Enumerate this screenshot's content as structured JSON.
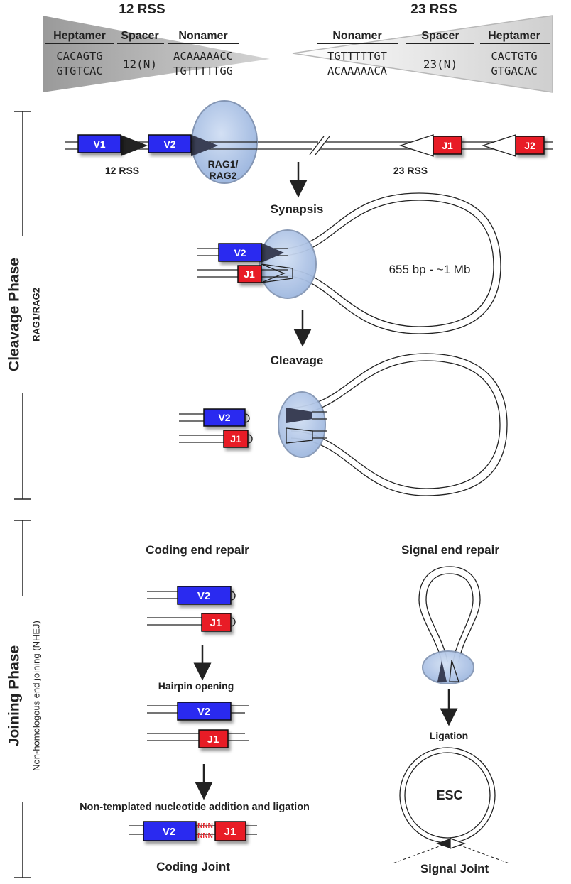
{
  "rss12": {
    "title": "12 RSS",
    "heptamer_header": "Heptamer",
    "spacer_header": "Spacer",
    "nonamer_header": "Nonamer",
    "heptamer_top": "CACAGTG",
    "heptamer_bottom": "GTGTCAC",
    "spacer": "12(N)",
    "nonamer_top": "ACAAAAACC",
    "nonamer_bottom": "TGTTTTTGG"
  },
  "rss23": {
    "title": "23 RSS",
    "nonamer_header": "Nonamer",
    "spacer_header": "Spacer",
    "heptamer_header": "Heptamer",
    "nonamer_top": "TGTTTTTGT",
    "nonamer_bottom": "ACAAAAACA",
    "spacer": "23(N)",
    "heptamer_top": "CACTGTG",
    "heptamer_bottom": "GTGACAC"
  },
  "phases": {
    "cleavage": "Cleavage Phase",
    "cleavage_sub": "RAG1/RAG2",
    "joining": "Joining Phase",
    "joining_sub": "Non-homologous end joining (NHEJ)"
  },
  "segments": {
    "v1": "V1",
    "v2": "V2",
    "j1": "J1",
    "j2": "J2"
  },
  "labels": {
    "rss12": "12 RSS",
    "rss23": "23 RSS",
    "rag_line1": "RAG1/",
    "rag_line2": "RAG2",
    "synapsis": "Synapsis",
    "loop_size": "655 bp - ~1 Mb",
    "cleavage": "Cleavage",
    "coding_end_repair": "Coding end repair",
    "signal_end_repair": "Signal end repair",
    "hairpin_opening": "Hairpin opening",
    "ligation": "Ligation",
    "nontemplated": "Non-templated nucleotide addition and ligation",
    "nnn_top": "NNN",
    "nnn_bottom": "NNN",
    "coding_joint": "Coding Joint",
    "signal_joint": "Signal Joint",
    "esc": "ESC"
  },
  "colors": {
    "v_segment": "#2b2bf0",
    "j_segment": "#e81e25",
    "rag_fill": "#a9c2e8",
    "rag_stroke": "#8496b4",
    "triangle_gray": "#b5b5b5",
    "line": "#222222"
  }
}
